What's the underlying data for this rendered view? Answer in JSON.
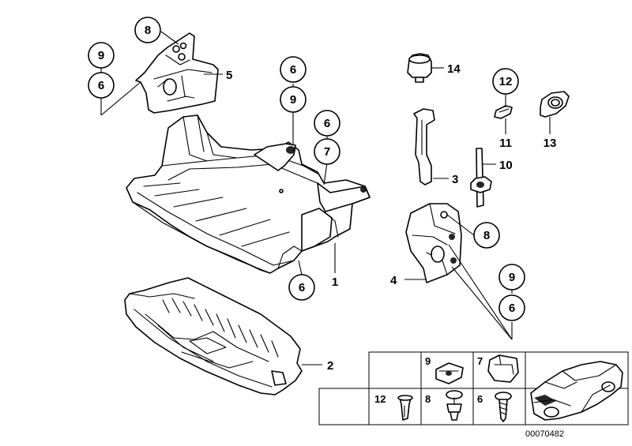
{
  "callouts": {
    "c8_top": "8",
    "c9_left": "9",
    "c6_left": "6",
    "c6_mid": "6",
    "c9_mid": "9",
    "c6_right": "6",
    "c7_right": "7",
    "c12": "12",
    "c8_right": "8",
    "c9_low": "9",
    "c6_low": "6",
    "c6_bottom": "6"
  },
  "labels": {
    "l5": "5",
    "l14": "14",
    "l11": "11",
    "l13": "13",
    "l10": "10",
    "l3": "3",
    "l1": "1",
    "l4": "4",
    "l2": "2"
  },
  "fastener_table": {
    "top_row": [
      "9",
      "7"
    ],
    "bottom_row": [
      "12",
      "8",
      "6"
    ]
  },
  "document_number": "00070482"
}
